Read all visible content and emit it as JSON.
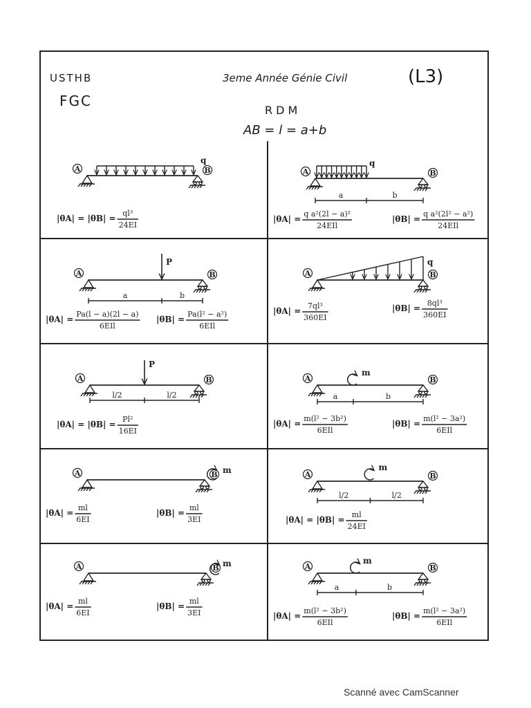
{
  "header": {
    "institution": "USTHB",
    "faculty": "FGC",
    "course_title": "3eme Année Génie Civil",
    "level": "(L3)",
    "subject": "RDM",
    "beam_definition": "AB = l = a+b"
  },
  "labels": {
    "A": "A",
    "B": "B"
  },
  "cases": [
    {
      "load": "q",
      "thetaA": {
        "lhs": "|θA| = |θB| =",
        "num": "ql³",
        "den": "24EI"
      },
      "thetaB": null
    },
    {
      "load": "q",
      "a": "a",
      "b": "b",
      "thetaA": {
        "lhs": "|θA| =",
        "num": "q a²(2l − a)²",
        "den": "24EIl"
      },
      "thetaB": {
        "lhs": "|θB| =",
        "num": "q a²(2l² − a²)",
        "den": "24EIl"
      }
    },
    {
      "load": "P",
      "a": "a",
      "b": "b",
      "thetaA": {
        "lhs": "|θA| =",
        "num": "Pa(l − a)(2l − a)",
        "den": "6EIl"
      },
      "thetaB": {
        "lhs": "|θB| =",
        "num": "Pa(l² − a²)",
        "den": "6EIl"
      }
    },
    {
      "load": "q",
      "thetaA": {
        "lhs": "|θA| =",
        "num": "7ql³",
        "den": "360EI"
      },
      "thetaB": {
        "lhs": "|θB| =",
        "num": "8ql³",
        "den": "360EI"
      }
    },
    {
      "load": "P",
      "a": "l/2",
      "b": "l/2",
      "thetaA": {
        "lhs": "|θA| = |θB| =",
        "num": "Pl²",
        "den": "16EI"
      },
      "thetaB": null
    },
    {
      "load": "m",
      "a": "a",
      "b": "b",
      "thetaA": {
        "lhs": "|θA| =",
        "num": "m(l² − 3b²)",
        "den": "6EIl"
      },
      "thetaB": {
        "lhs": "|θB| =",
        "num": "m(l² − 3a²)",
        "den": "6EIl"
      }
    },
    {
      "load": "m",
      "thetaA": {
        "lhs": "|θA| =",
        "num": "ml",
        "den": "6EI"
      },
      "thetaB": {
        "lhs": "|θB| =",
        "num": "ml",
        "den": "3EI"
      }
    },
    {
      "load": "m",
      "a": "l/2",
      "b": "l/2",
      "thetaA": {
        "lhs": "|θA| = |θB| =",
        "num": "ml",
        "den": "24EI"
      },
      "thetaB": null
    },
    {
      "load": "m",
      "thetaA": {
        "lhs": "|θA| =",
        "num": "ml",
        "den": "6EI"
      },
      "thetaB": {
        "lhs": "|θB| =",
        "num": "ml",
        "den": "3EI"
      }
    },
    {
      "load": "m",
      "a": "a",
      "b": "b",
      "thetaA": {
        "lhs": "|θA| =",
        "num": "m(l² − 3b²)",
        "den": "6EIl"
      },
      "thetaB": {
        "lhs": "|θB| =",
        "num": "m(l² − 3a²)",
        "den": "6EIl"
      }
    }
  ],
  "footer": "Scanné avec CamScanner"
}
